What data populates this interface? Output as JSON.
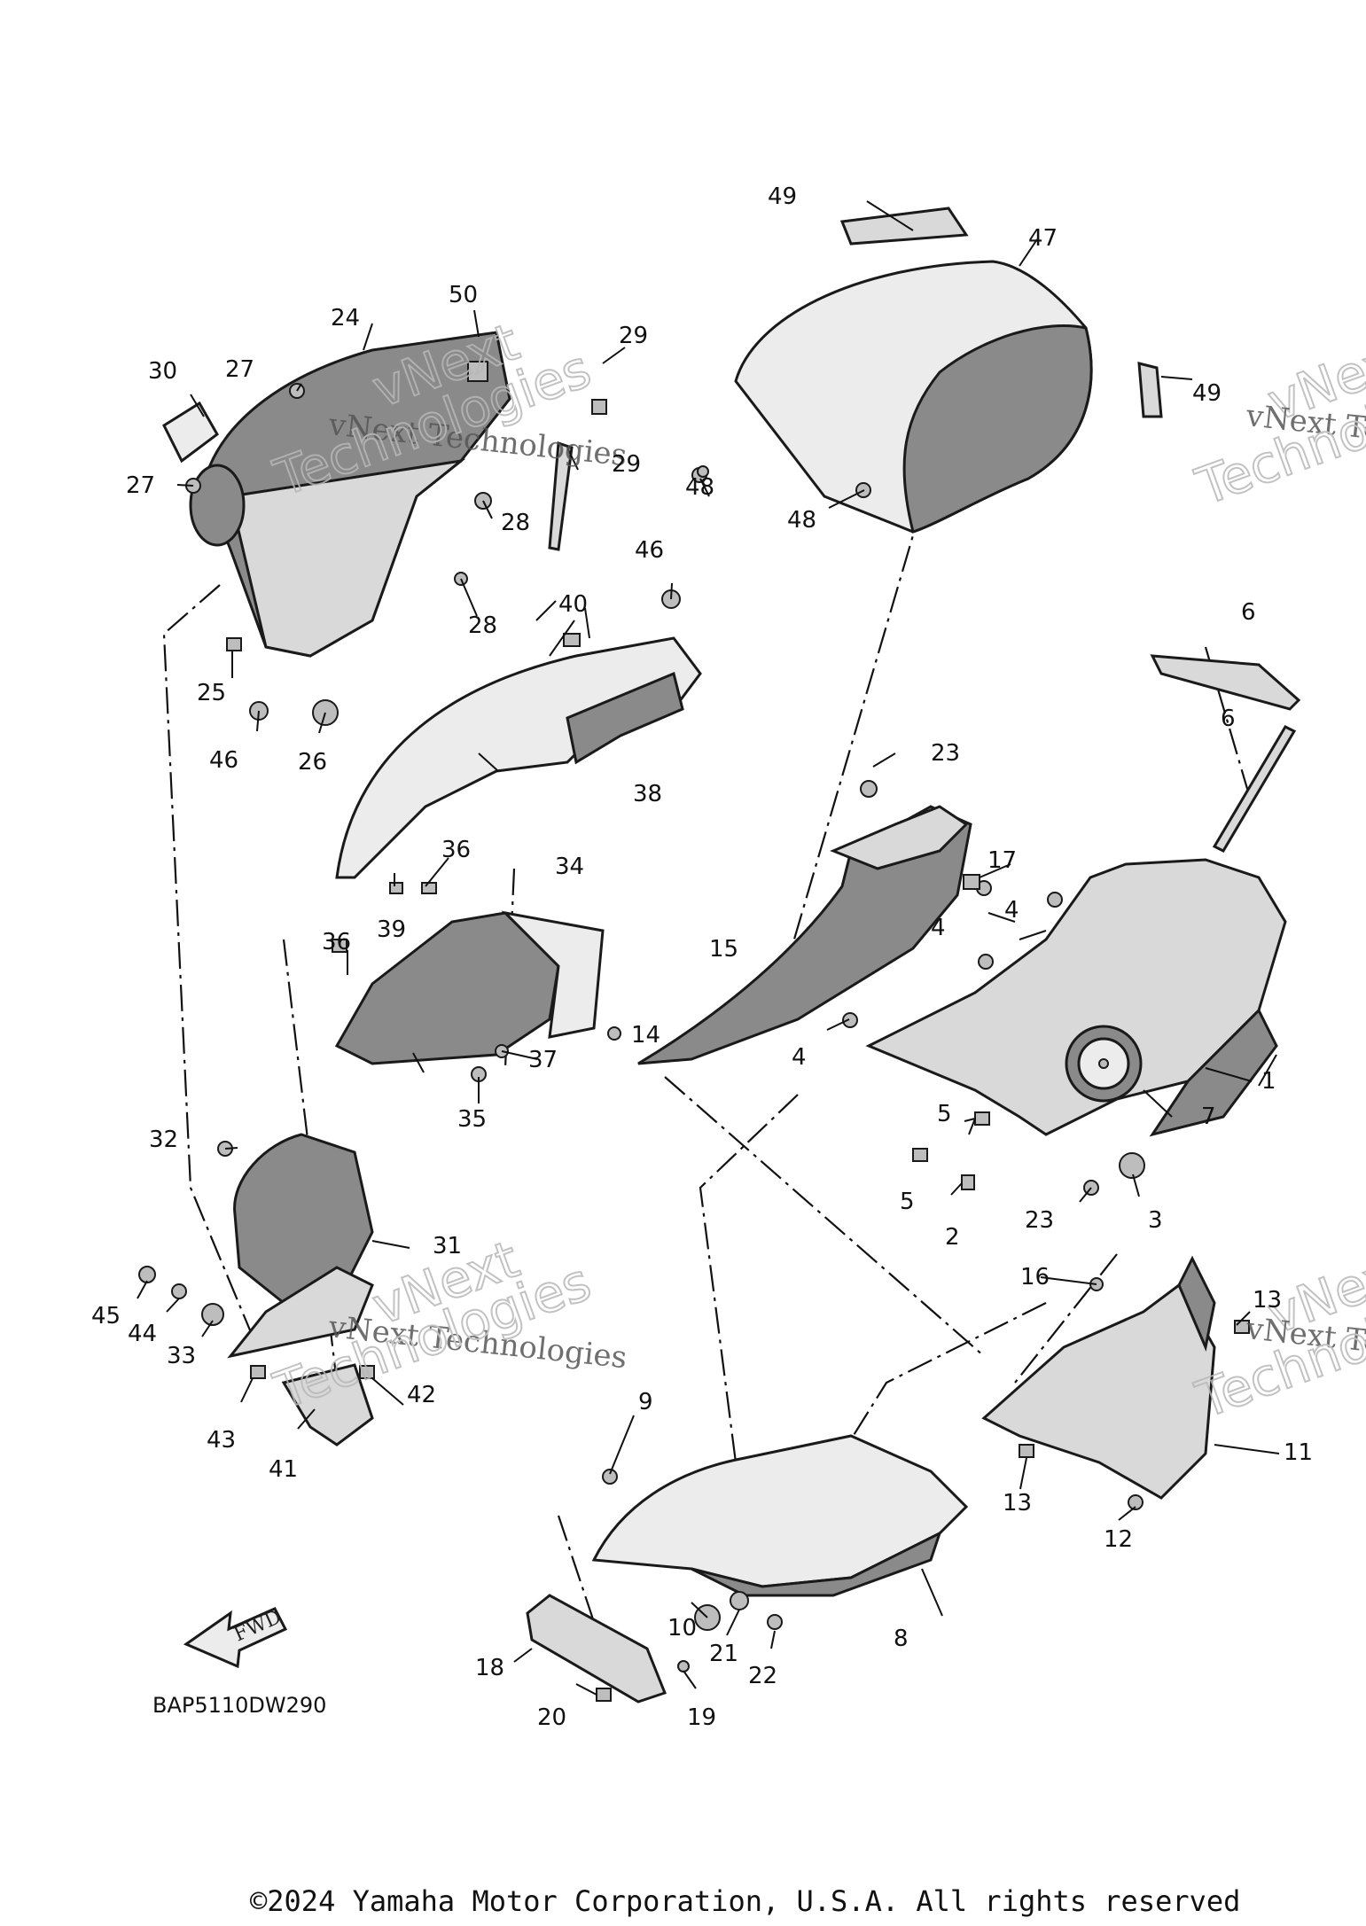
{
  "diagram_code": "BAP5110DW290",
  "fwd_label": "FWD",
  "copyright": "©2024 Yamaha Motor Corporation, U.S.A. All rights reserved",
  "watermark": {
    "primary": "vNext",
    "secondary": "vNext Technologies",
    "ghost": "Technologies"
  },
  "callouts": {
    "c1": "1",
    "c2": "2",
    "c3": "3",
    "c4a": "4",
    "c4b": "4",
    "c4c": "4",
    "c5a": "5",
    "c5b": "5",
    "c6a": "6",
    "c6b": "6",
    "c7": "7",
    "c8": "8",
    "c9": "9",
    "c10": "10",
    "c11": "11",
    "c12": "12",
    "c13a": "13",
    "c13b": "13",
    "c14": "14",
    "c15": "15",
    "c16": "16",
    "c17": "17",
    "c18": "18",
    "c19": "19",
    "c20": "20",
    "c21": "21",
    "c22": "22",
    "c23a": "23",
    "c23b": "23",
    "c24": "24",
    "c25": "25",
    "c26": "26",
    "c27a": "27",
    "c27b": "27",
    "c28a": "28",
    "c28b": "28",
    "c29a": "29",
    "c29b": "29",
    "c30": "30",
    "c31": "31",
    "c32": "32",
    "c33": "33",
    "c34": "34",
    "c35": "35",
    "c36a": "36",
    "c36b": "36",
    "c37": "37",
    "c38": "38",
    "c39": "39",
    "c40": "40",
    "c41": "41",
    "c42": "42",
    "c43": "43",
    "c44": "44",
    "c45": "45",
    "c46a": "46",
    "c46b": "46",
    "c47": "47",
    "c48a": "48",
    "c48b": "48",
    "c49a": "49",
    "c49b": "49",
    "c50": "50"
  }
}
